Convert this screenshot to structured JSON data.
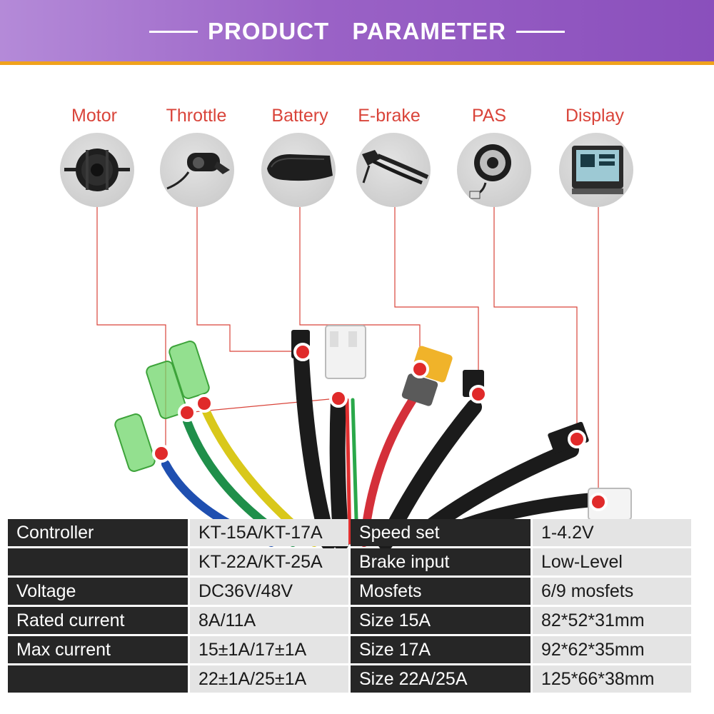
{
  "header": {
    "title": "PRODUCT   PARAMETER"
  },
  "components": [
    {
      "label": "Motor",
      "icon": "motor-icon"
    },
    {
      "label": "Throttle",
      "icon": "throttle-icon"
    },
    {
      "label": "Battery",
      "icon": "battery-icon"
    },
    {
      "label": "E-brake",
      "icon": "brake-lever-icon"
    },
    {
      "label": "PAS",
      "icon": "pas-sensor-icon"
    },
    {
      "label": "Display",
      "icon": "lcd-display-icon"
    }
  ],
  "colors": {
    "banner": "#9a62c6",
    "stripe": "#f0a21c",
    "accent": "#d9443a"
  },
  "specs": [
    {
      "label1": "Controller",
      "value1": "KT-15A/KT-17A",
      "label2": "Speed set",
      "value2": "1-4.2V"
    },
    {
      "label1": "",
      "value1": "KT-22A/KT-25A",
      "label2": "Brake input",
      "value2": "Low-Level"
    },
    {
      "label1": "Voltage",
      "value1": "DC36V/48V",
      "label2": "Mosfets",
      "value2": "6/9 mosfets"
    },
    {
      "label1": "Rated current",
      "value1": "8A/11A",
      "label2": "Size 15A",
      "value2": "82*52*31mm"
    },
    {
      "label1": "Max current",
      "value1": "15±1A/17±1A",
      "label2": "Size 17A",
      "value2": "92*62*35mm"
    },
    {
      "label1": "",
      "value1": "22±1A/25±1A",
      "label2": "Size 22A/25A",
      "value2": "125*66*38mm"
    }
  ]
}
